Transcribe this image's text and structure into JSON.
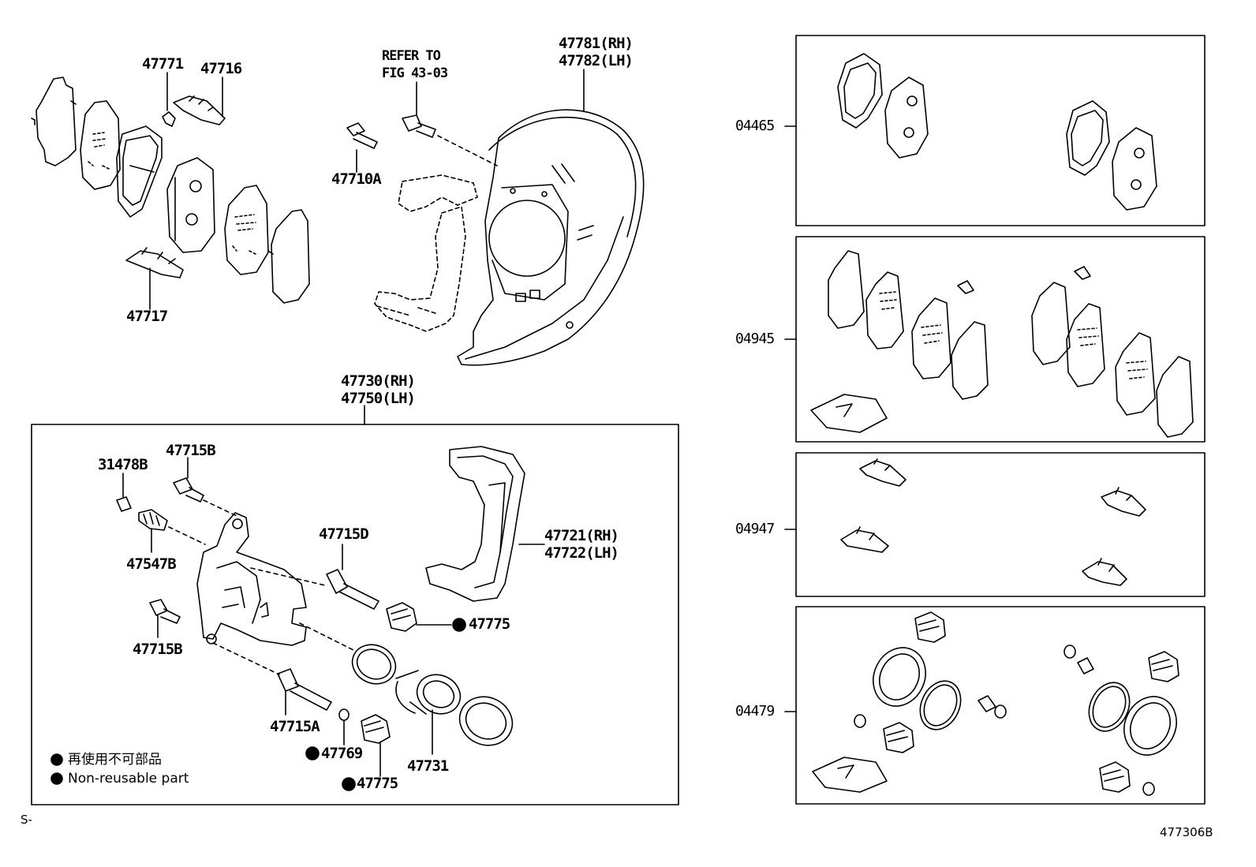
{
  "labels": {
    "p47771": "47771",
    "p47716": "47716",
    "p47717": "47717",
    "refer1": "REFER TO",
    "refer2": "FIG 43-03",
    "p47710a": "47710A",
    "p47781": "47781(RH)",
    "p47782": "47782(LH)",
    "p47730": "47730(RH)",
    "p47750": "47750(LH)",
    "p31478b": "31478B",
    "p47715b_top": "47715B",
    "p47547b": "47547B",
    "p47715b_bot": "47715B",
    "p47715d": "47715D",
    "p47721": "47721(RH)",
    "p47722": "47722(LH)",
    "p47775_a": "47775",
    "p47715a": "47715A",
    "p47769": "47769",
    "p47775_b": "47775",
    "p47731": "47731",
    "k04465": "04465",
    "k04945": "04945",
    "k04947": "04947",
    "k04479": "04479"
  },
  "legend": {
    "line_ja": "再使用不可部品",
    "line_en": "Non-reusable part"
  },
  "footer": {
    "left_mark": "S-",
    "figure_code": "477306B"
  }
}
